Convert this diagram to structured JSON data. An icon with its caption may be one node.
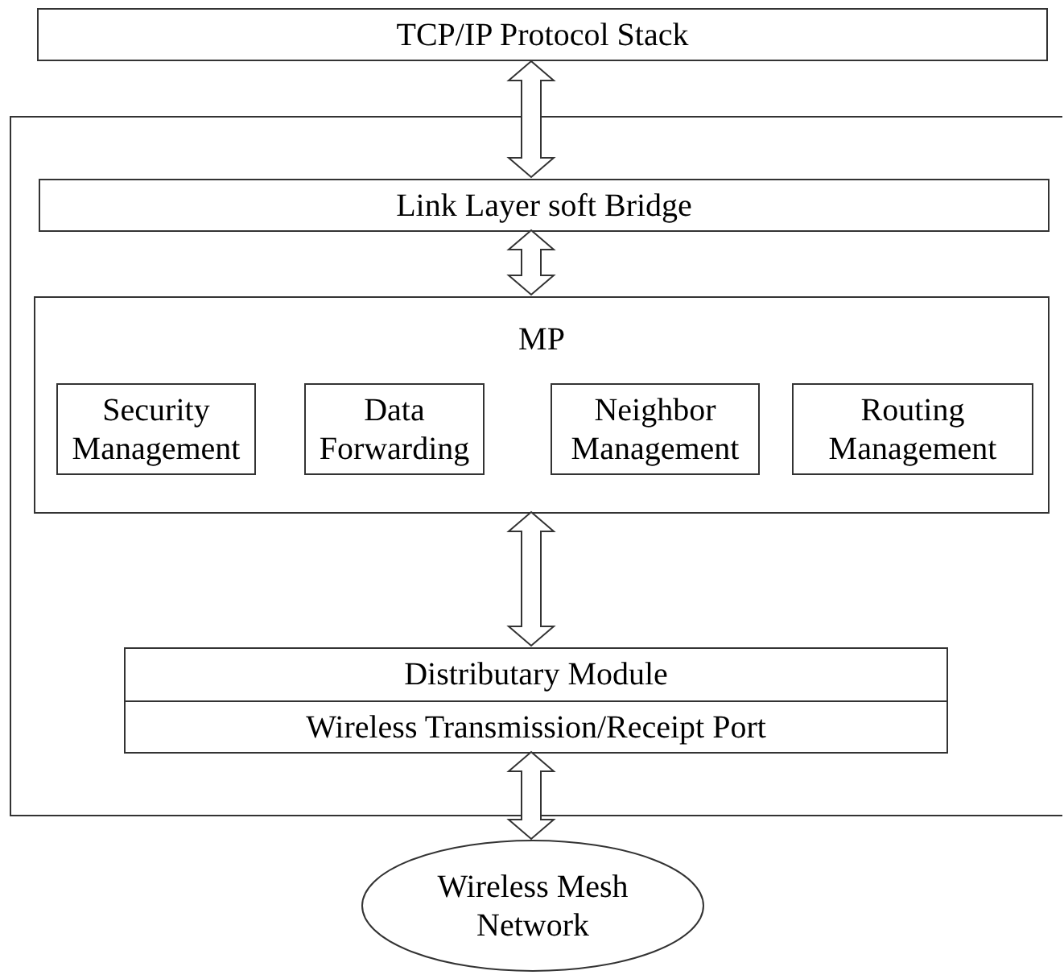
{
  "diagram": {
    "nodes": [
      {
        "text": [
          "TCP/IP Protocol Stack"
        ]
      },
      {
        "text": [],
        "shape": "box"
      },
      {
        "text": [
          "Link Layer soft Bridge"
        ],
        "in": 1
      },
      {
        "text": [
          "MP"
        ],
        "in": 1
      },
      {
        "text": [
          "Security Management"
        ],
        "in": 3
      },
      {
        "text": [
          "Data Forwarding"
        ],
        "in": 3
      },
      {
        "text": [
          "Neighbor Management"
        ],
        "in": 3
      },
      {
        "text": [
          "Routing Management"
        ],
        "in": 3
      },
      {
        "text": [
          "Distributary Module"
        ],
        "in": 1
      },
      {
        "text": [
          "Wireless Transmission/Receipt Port"
        ],
        "in": 1
      },
      {
        "text": [
          "Wireless Mesh Network"
        ]
      }
    ],
    "edges": [
      {
        "from": 0,
        "to": 2,
        "arrow": "both"
      },
      {
        "from": 2,
        "to": 3,
        "arrow": "both"
      },
      {
        "from": 3,
        "to": 8,
        "arrow": "both"
      },
      {
        "from": 9,
        "to": 10,
        "arrow": "both"
      }
    ]
  }
}
